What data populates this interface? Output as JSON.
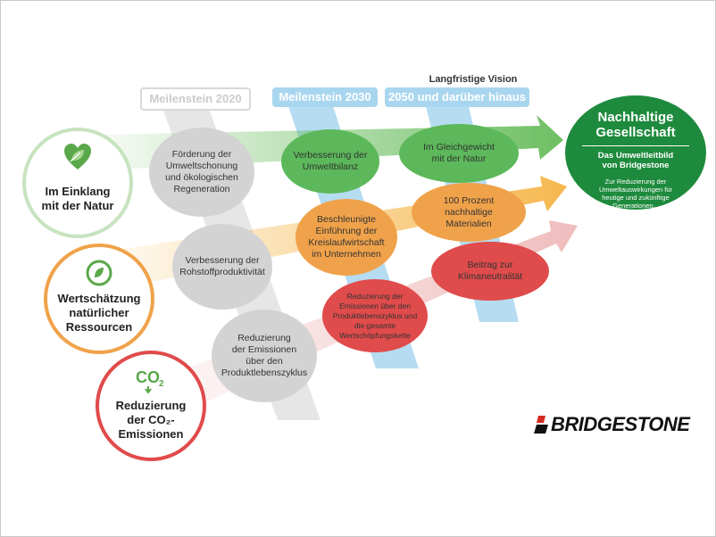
{
  "header": {
    "vision_label": "Langfristige Vision"
  },
  "milestones": [
    {
      "label": "Meilenstein 2020",
      "color": "#d9d9d9"
    },
    {
      "label": "Meilenstein 2030",
      "color": "#a9d6ef"
    },
    {
      "label": "2050 und darüber hinaus",
      "color": "#a9d6ef"
    }
  ],
  "pillars": [
    {
      "label": "Im Einklang\nmit der Natur",
      "icon": "leaf-heart-icon",
      "color": "#bfe0b6"
    },
    {
      "label": "Wertschätzung\nnatürlicher\nRessourcen",
      "icon": "recycle-leaf-icon",
      "color": "#f0a24a"
    },
    {
      "label": "Reduzierung\nder CO₂-\nEmissionen",
      "icon": "co2-icon",
      "color": "#e04b4b"
    }
  ],
  "goals_2020": [
    "Förderung der\nUmweltschonung\nund ökologischen\nRegeneration",
    "Verbesserung der\nRohstoffproduktivität",
    "Reduzierung\nder Emissionen\nüber den\nProduktlebenszyklus"
  ],
  "goals_2030": [
    "Verbesserung der\nUmweltbilanz",
    "Beschleunigte\nEinführung der\nKreislaufwirtschaft\nim Unternehmen",
    "Reduzierung der\nEmissionen über den\nProduktlebenszyklus und\ndie gesamte\nWertschöpfungskette"
  ],
  "goals_2050": [
    "Im Gleichgewicht\nmit der Natur",
    "100 Prozent\nnachhaltige\nMaterialien",
    "Beitrag zur\nKlimaneutralität"
  ],
  "goal": {
    "title": "Nachhaltige\nGesellschaft",
    "subtitle": "Das Umweltleitbild\nvon Bridgestone",
    "text": "Zur Reduzierung der\nUmweltauswirkungen für\nheutige und zukünftige\nGenerationen..."
  },
  "brand": {
    "logo_text": "BRIDGESTONE"
  },
  "colors": {
    "green": "#66bb5a",
    "orange": "#f0a24a",
    "red": "#e04b4b",
    "dark_green": "#1e8a3d",
    "grey": "#d3d3d3",
    "light_blue": "#a9d6ef"
  }
}
